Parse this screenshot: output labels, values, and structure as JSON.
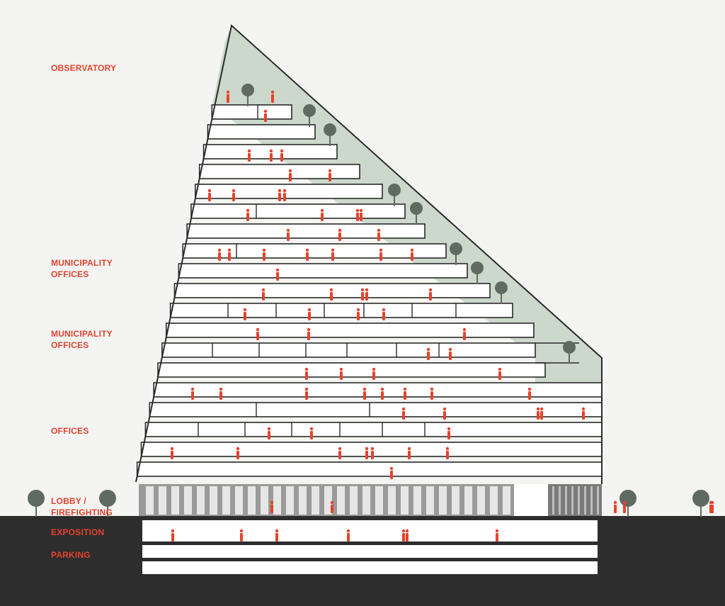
{
  "diagram": {
    "labels": {
      "observatory": "OBSERVATORY",
      "municipality_upper": "MUNICIPALITY\nOFFICES",
      "municipality_lower": "MUNICIPALITY\nOFFICES",
      "offices": "OFFICES",
      "lobby": "LOBBY /\nFIREFIGHTING",
      "exposition": "EXPOSITION",
      "parking": "PARKING"
    },
    "colors": {
      "label": "#e4432d",
      "person": "#e4432d",
      "garden": "#cdd8cc",
      "tree": "#5f6b60",
      "ground": "#2d2d2d",
      "facade": "#ffffff",
      "outline": "#2a2a2a",
      "lobby_glass": "#9a9a9a",
      "background": "#f4f4f2"
    }
  }
}
